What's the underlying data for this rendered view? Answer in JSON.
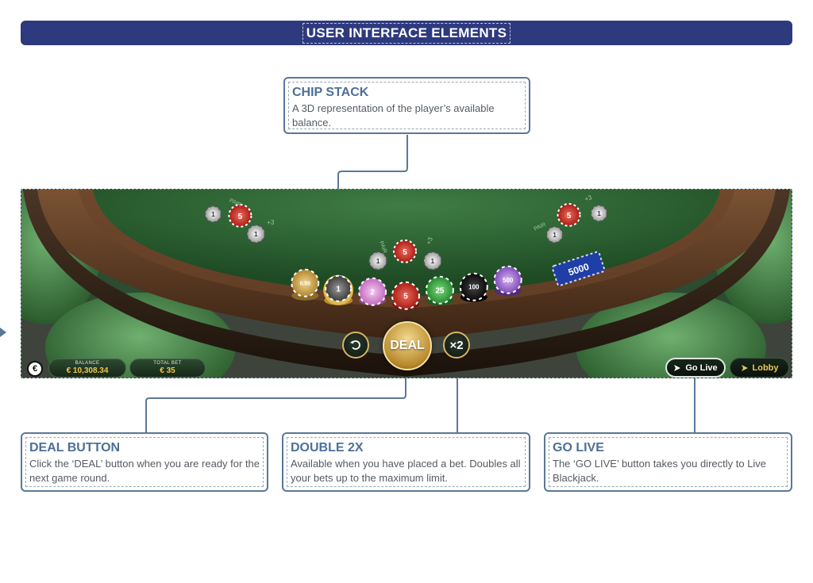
{
  "header": {
    "title": "USER INTERFACE ELEMENTS"
  },
  "callouts": {
    "chip_stack": {
      "title": "CHIP STACK",
      "desc": "A 3D representation of the player’s available balance."
    },
    "deal": {
      "title": "DEAL BUTTON",
      "desc": "Click the ‘DEAL’ button when you are ready for the next game round."
    },
    "double": {
      "title": "DOUBLE 2X",
      "desc": "Available when you have placed a bet. Doubles all your bets up to the maximum limit."
    },
    "go_live": {
      "title": "GO LIVE",
      "desc": "The ‘GO LIVE’ button takes you directly to Live Blackjack."
    }
  },
  "game": {
    "chips": {
      "rack": [
        "0.50",
        "1",
        "2",
        "5",
        "25",
        "100",
        "500"
      ],
      "seat_left": [
        "5",
        "1",
        "1"
      ],
      "seat_center": [
        "1",
        "5",
        "1"
      ],
      "seat_right": [
        "5",
        "1",
        "1"
      ],
      "plaque": "5000"
    },
    "seat_labels": {
      "pair": "PAIR",
      "plus3": "+3"
    },
    "buttons": {
      "deal": "DEAL",
      "double": "×2",
      "go_live": "Go Live",
      "lobby": "Lobby"
    },
    "balance": {
      "label": "BALANCE",
      "value": "€ 10,308.34"
    },
    "total_bet": {
      "label": "TOTAL BET",
      "value": "€ 35"
    },
    "currency_symbol": "€"
  },
  "colors": {
    "header_bg": "#2e3a7e",
    "callout_border": "#5a7896",
    "callout_title": "#4d6f98",
    "felt": "#2f6a36",
    "rail": "#5a3a22",
    "gold": "#d7b563"
  }
}
